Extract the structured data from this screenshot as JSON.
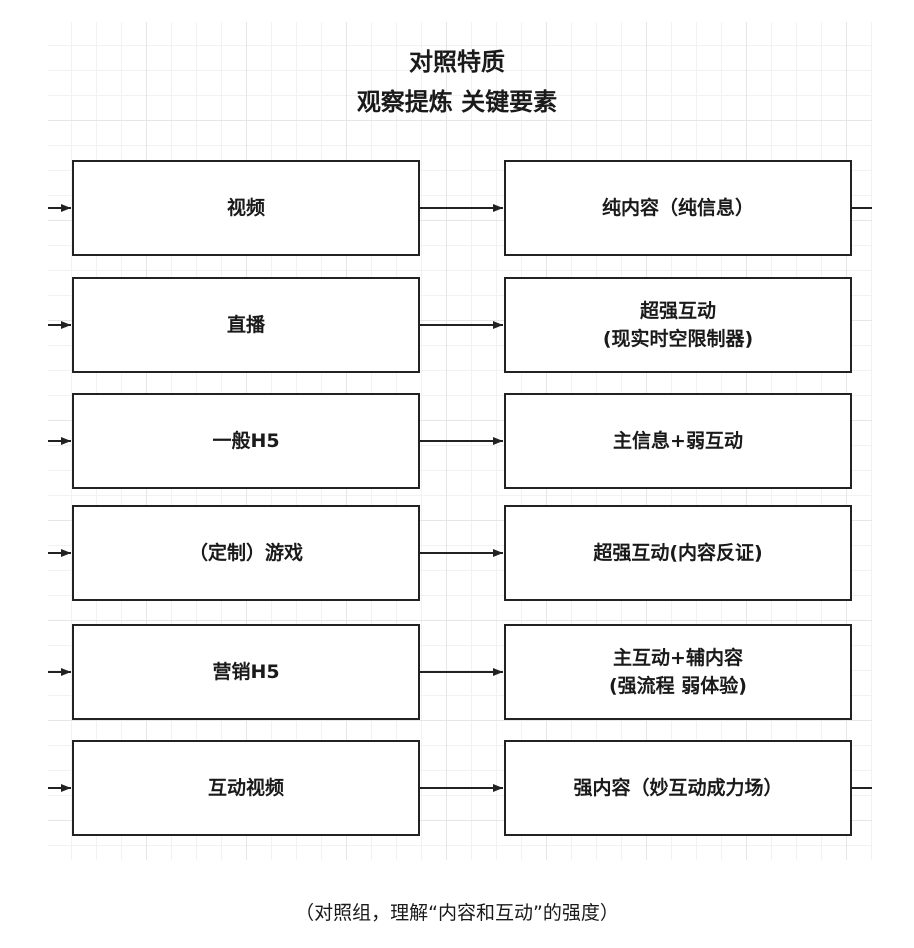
{
  "title": {
    "line1": "对照特质",
    "line2": "观察提炼 关键要素"
  },
  "rows": [
    {
      "left": [
        "视频"
      ],
      "right": [
        "纯内容（纯信息）"
      ],
      "right_exit": true
    },
    {
      "left": [
        "直播"
      ],
      "right": [
        "超强互动",
        "(现实时空限制器)"
      ],
      "right_exit": false
    },
    {
      "left": [
        "一般H5"
      ],
      "right": [
        "主信息+弱互动"
      ],
      "right_exit": false
    },
    {
      "left": [
        "（定制）游戏"
      ],
      "right": [
        "超强互动(内容反证)"
      ],
      "right_exit": false
    },
    {
      "left": [
        "营销H5"
      ],
      "right": [
        "主互动+辅内容",
        "(强流程 弱体验)"
      ],
      "right_exit": false
    },
    {
      "left": [
        "互动视频"
      ],
      "right": [
        "强内容（妙互动成力场）"
      ],
      "right_exit": true
    }
  ],
  "caption": "（对照组，理解“内容和互动”的强度）"
}
